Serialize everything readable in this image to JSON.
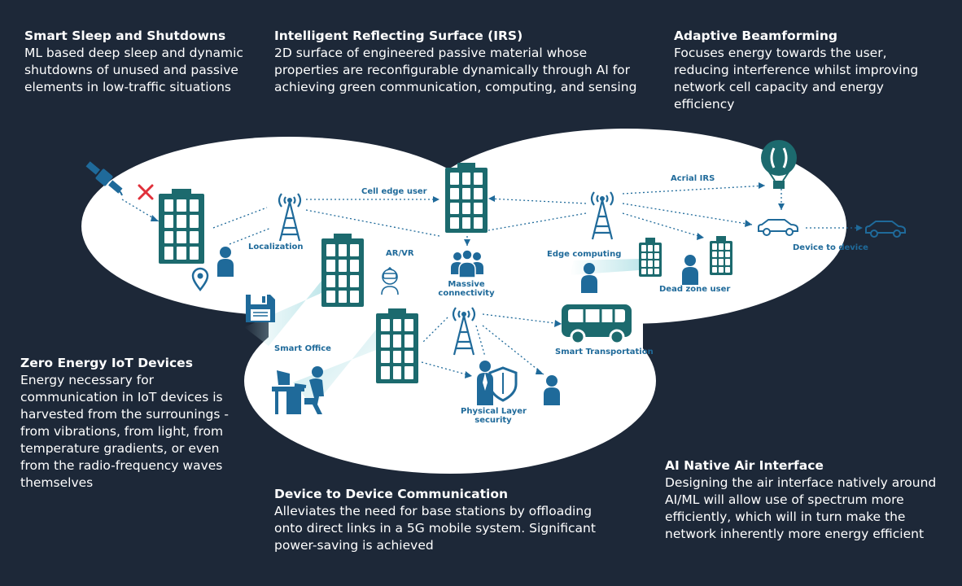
{
  "panels": {
    "smart_sleep": {
      "title": "Smart Sleep and Shutdowns",
      "lines": [
        "ML based deep sleep and dynamic",
        "shutdowns of unused and passive",
        "elements in low-traffic situations"
      ]
    },
    "irs": {
      "title": "Intelligent Reflecting Surface (IRS)",
      "lines": [
        "2D surface of engineered passive material whose",
        "properties are reconfigurable dynamically through AI for",
        "achieving green communication, computing, and sensing"
      ]
    },
    "beamforming": {
      "title": "Adaptive Beamforming",
      "lines": [
        "Focuses energy towards the user,",
        "reducing interference whilst improving",
        "network cell capacity and energy",
        "efficiency"
      ]
    },
    "zero_energy": {
      "title": "Zero Energy IoT Devices",
      "lines": [
        "Energy necessary for",
        "communication in IoT devices is",
        "harvested from the surrounings -",
        "from vibrations, from light, from",
        "temperature gradients, or even",
        "from the radio-frequency waves",
        "themselves"
      ]
    },
    "d2d": {
      "title": "Device to Device Communication",
      "lines": [
        "Alleviates the need for base stations by offloading",
        "onto direct links in a 5G mobile system. Significant",
        "power-saving is achieved"
      ]
    },
    "ai_native": {
      "title": "AI Native Air Interface",
      "lines": [
        "Designing the air interface natively around",
        "AI/ML will allow use of spectrum more",
        "efficiently, which will in turn make the",
        "network inherently more energy efficient"
      ]
    }
  },
  "diagram": {
    "cell_edge_user": "Cell edge user",
    "localization": "Localization",
    "ar_vr": "AR/VR",
    "massive_connectivity": [
      "Massive",
      "connectivity"
    ],
    "edge_computing": "Edge computing",
    "dead_zone_user": "Dead zone user",
    "aerial_irs": "Acrial IRS",
    "device_to_device": "Device to device",
    "smart_office": "Smart Office",
    "smart_transportation": "Smart Transportation",
    "physical_layer_security": [
      "Physical Layer",
      "security"
    ]
  },
  "colors": {
    "background": "#1d2838",
    "blob": "#ffffff",
    "teal": "#1c6a6e",
    "blue": "#1f6a9a",
    "beam": "#bfe6ea",
    "cross": "#e0303a"
  }
}
